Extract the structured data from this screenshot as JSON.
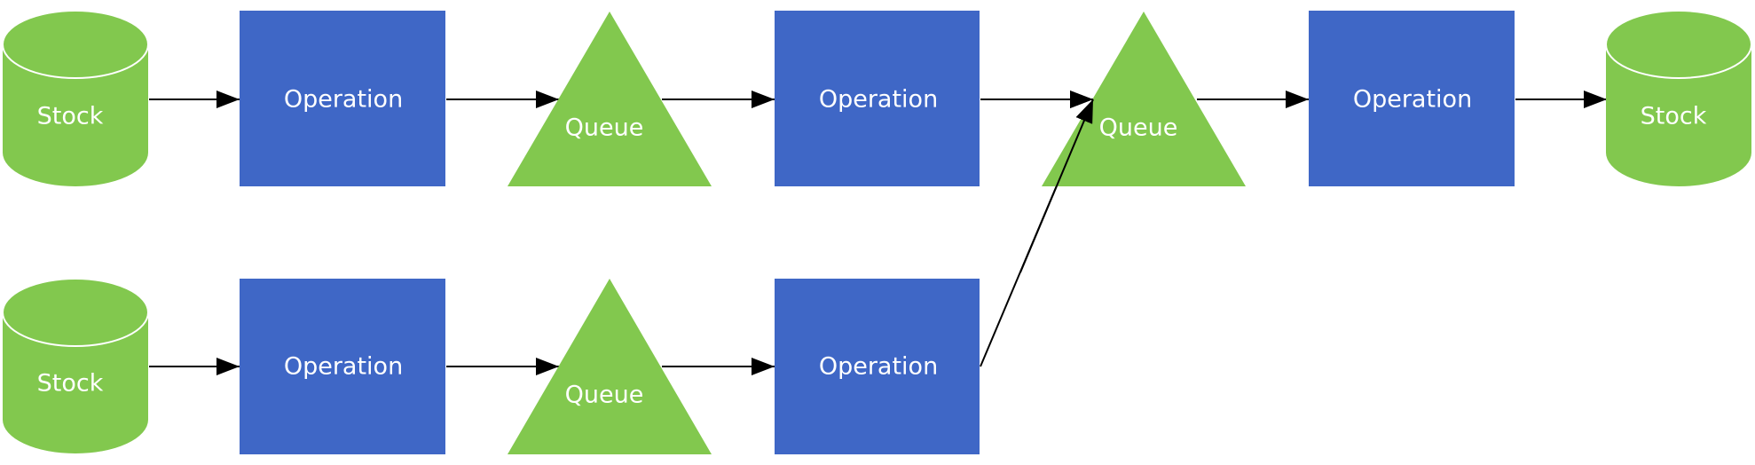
{
  "colors": {
    "stock": "#82c84e",
    "queue": "#82c84e",
    "operation": "#3f67c6",
    "edge": "#000000",
    "label": "#ffffff"
  },
  "nodes": {
    "stock_top_left": {
      "label": "Stock"
    },
    "operation_top_1": {
      "label": "Operation"
    },
    "queue_top_1": {
      "label": "Queue"
    },
    "operation_top_2": {
      "label": "Operation"
    },
    "queue_top_2": {
      "label": "Queue"
    },
    "operation_top_3": {
      "label": "Operation"
    },
    "stock_top_right": {
      "label": "Stock"
    },
    "stock_bottom_left": {
      "label": "Stock"
    },
    "operation_bottom_1": {
      "label": "Operation"
    },
    "queue_bottom_1": {
      "label": "Queue"
    },
    "operation_bottom_2": {
      "label": "Operation"
    }
  },
  "edges": [
    {
      "from": "stock_top_left",
      "to": "operation_top_1"
    },
    {
      "from": "operation_top_1",
      "to": "queue_top_1"
    },
    {
      "from": "queue_top_1",
      "to": "operation_top_2"
    },
    {
      "from": "operation_top_2",
      "to": "queue_top_2"
    },
    {
      "from": "queue_top_2",
      "to": "operation_top_3"
    },
    {
      "from": "operation_top_3",
      "to": "stock_top_right"
    },
    {
      "from": "stock_bottom_left",
      "to": "operation_bottom_1"
    },
    {
      "from": "operation_bottom_1",
      "to": "queue_bottom_1"
    },
    {
      "from": "queue_bottom_1",
      "to": "operation_bottom_2"
    },
    {
      "from": "operation_bottom_2",
      "to": "queue_top_2"
    }
  ]
}
